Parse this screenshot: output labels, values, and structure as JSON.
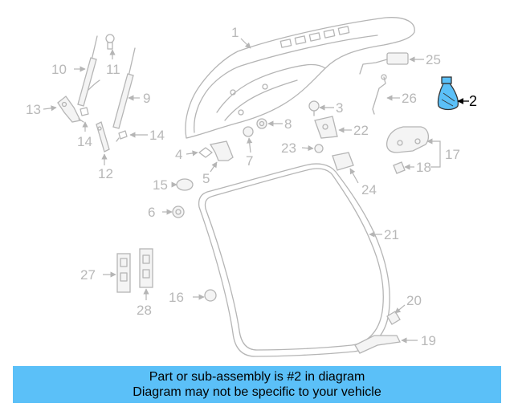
{
  "diagram": {
    "highlight_color": "#5bc0f8",
    "labels": [
      "1",
      "2",
      "3",
      "4",
      "5",
      "6",
      "7",
      "8",
      "9",
      "10",
      "11",
      "12",
      "13",
      "14",
      "14",
      "15",
      "16",
      "17",
      "18",
      "19",
      "20",
      "21",
      "22",
      "23",
      "24",
      "25",
      "26",
      "27",
      "28"
    ]
  },
  "banner": {
    "line1": "Part or sub-assembly is #2 in diagram",
    "line2": "Diagram may not be specific to your vehicle"
  }
}
